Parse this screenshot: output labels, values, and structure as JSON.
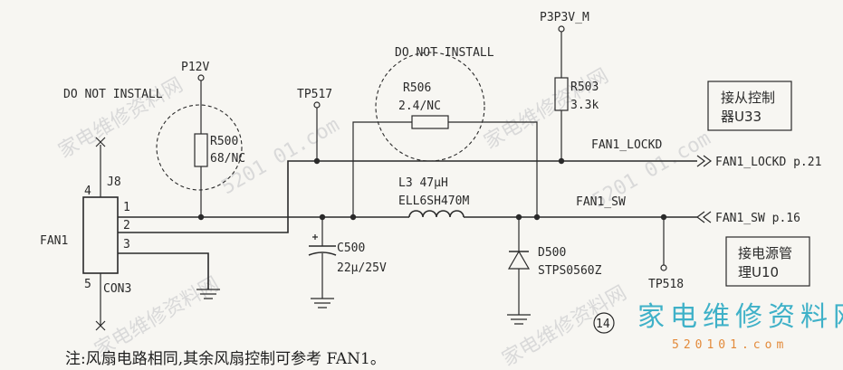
{
  "labels": {
    "p3p3v_m": "P3P3V_M",
    "do_not_install_top": "DO NOT INSTALL",
    "p12v": "P12V",
    "do_not_install_left": "DO NOT INSTALL",
    "tp517": "TP517",
    "r506_name": "R506",
    "r506_value": "2.4/NC",
    "r503_name": "R503",
    "r503_value": "3.3k",
    "r500_name": "R500",
    "r500_value": "68/NC",
    "fan1_lockd_net": "FAN1_LOCKD",
    "fan1_lockd_ref": "FAN1_LOCKD p.21",
    "fan1_sw_net": "FAN1_SW",
    "fan1_sw_ref": "FAN1_SW p.16",
    "j8": "J8",
    "pin4": "4",
    "pin1": "1",
    "pin2": "2",
    "pin3": "3",
    "pin5": "5",
    "fan1": "FAN1",
    "con3": "CON3",
    "l3": "L3 47μH",
    "l3_part": "ELL6SH470M",
    "c500_name": "C500",
    "c500_value": "22μ/25V",
    "d500_name": "D500",
    "d500_part": "STPS0560Z",
    "tp518": "TP518",
    "box_u33_line1": "接从控制",
    "box_u33_line2": "器U33",
    "box_u10_line1": "接电源管",
    "box_u10_line2": "理U10",
    "page_mark": "14",
    "note": "注:风扇电路相同,其余风扇控制可参考 FAN1。"
  },
  "watermark": {
    "brand": "家电维修资料网",
    "url": "520101.com",
    "text_a": "家电维修资料网",
    "text_b": "5201 01.com"
  },
  "colors": {
    "ink": "#2a2a2a",
    "brand": "#3fb1c8",
    "brand_url": "#e38a3a"
  }
}
